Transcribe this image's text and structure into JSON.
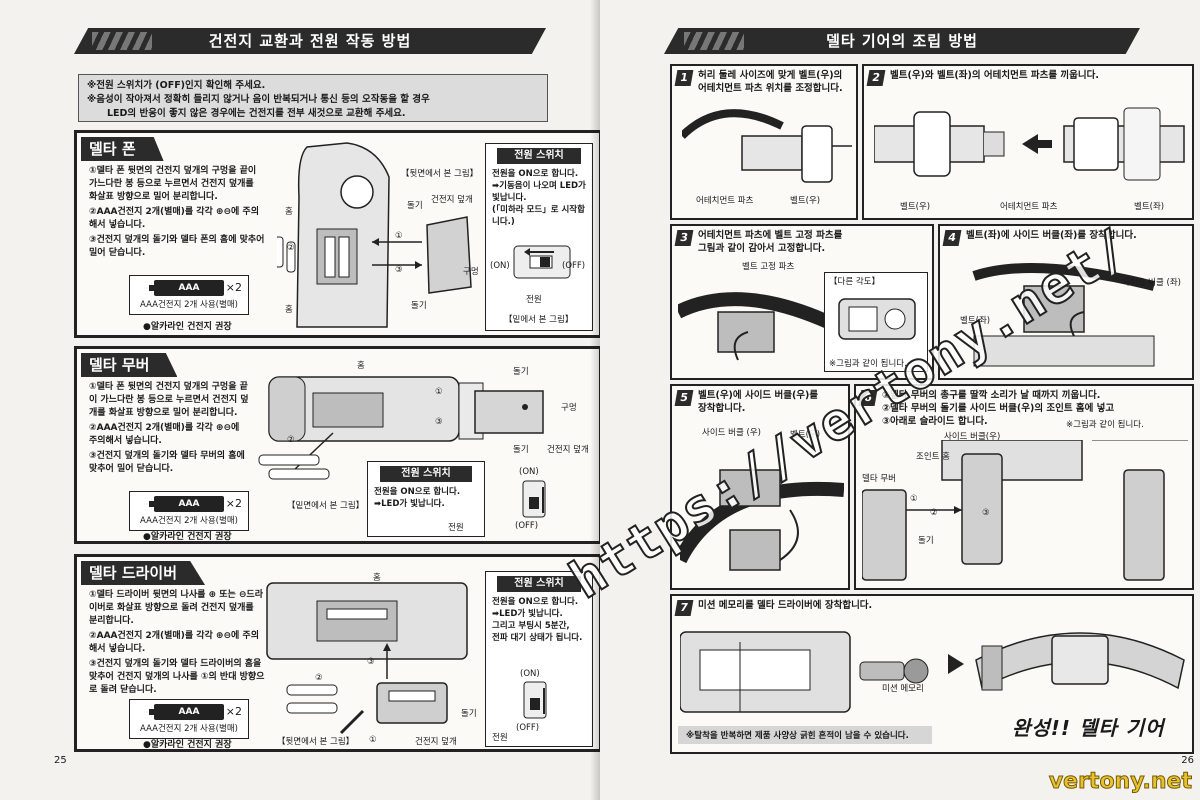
{
  "left": {
    "title": "건전지 교환과 전원 작동 방법",
    "notes": [
      "※전원 스위치가 (OFF)인지 확인해 주세요.",
      "※음성이 작아져서 정확히 들리지 않거나 음이 반복되거나 통신 등의 오작동을 할 경우",
      "LED의 반응이 좋지 않은 경우에는 건전지를 전부 새것으로 교환해 주세요."
    ],
    "sections": [
      {
        "title": "델타 폰",
        "steps": [
          "①델타 폰 뒷면의 건전지 덮개의 구멍을 끝이 가느다란 봉 등으로 누르면서 건전지 덮개를 화살표 방향으로 밀어 분리합니다.",
          "②AAA건전지 2개(별매)를 각각 ⊕⊖에 주의해서 넣습니다.",
          "③건전지 덮개의 돌기와 델타 폰의 홈에 맞추어 밀어 닫습니다."
        ],
        "battery": "AAA",
        "mult": "×2",
        "battery_caption": "AAA건전지 2개 사용(별매)",
        "recommend": "●알카라인 건전지 권장",
        "labels": [
          "홈",
          "홈",
          "①",
          "②",
          "③",
          "돌기",
          "건전지 덮개",
          "돌기",
          "구멍"
        ],
        "rear_caption": "【뒷면에서 본 그림】",
        "switch": {
          "title": "전원 스위치",
          "body": [
            "전원을 ON으로 합니다.",
            "➡기동음이 나오며 LED가 빛납니다.",
            "(「미하라 모드」로 시작합니다.)"
          ],
          "on": "(ON)",
          "off": "(OFF)",
          "power": "전원",
          "bottom_caption": "【밑에서 본 그림】"
        }
      },
      {
        "title": "델타 무버",
        "steps": [
          "①델타 폰 뒷면의 건전지 덮개의 구멍을 끝이 가느다란 봉 등으로 누르면서 건전지 덮개를 화살표 방향으로 밀어 분리합니다.",
          "②AAA건전지 2개(별매)를 각각 ⊕⊖에 주의해서 넣습니다.",
          "③건전지 덮개의 돌기와 델타 무버의 홈에 맞추어 밀어 닫습니다."
        ],
        "battery": "AAA",
        "mult": "×2",
        "battery_caption": "AAA건전지 2개 사용(별매)",
        "recommend": "●알카라인 건전지 권장",
        "labels": [
          "홈",
          "①",
          "②",
          "③",
          "돌기",
          "구멍",
          "돌기",
          "건전지 덮개"
        ],
        "rear_caption": "【밑면에서 본 그림】",
        "switch": {
          "title": "전원 스위치",
          "body": [
            "전원을 ON으로 합니다.",
            "➡LED가 빛납니다."
          ],
          "on": "(ON)",
          "off": "(OFF)",
          "power": "전원"
        }
      },
      {
        "title": "델타 드라이버",
        "steps": [
          "①델타 드라이버 뒷면의 나사를 ⊕ 또는 ⊖드라이버로 화살표 방향으로 돌려 건전지 덮개를 분리합니다.",
          "②AAA건전지 2개(별매)를 각각 ⊕⊖에 주의해서 넣습니다.",
          "③건전지 덮개의 돌기와 델타 드라이버의 홈을 맞추어 건전지 덮개의 나사를 ①의 반대 방향으로 돌려 닫습니다."
        ],
        "battery": "AAA",
        "mult": "×2",
        "battery_caption": "AAA건전지 2개 사용(별매)",
        "recommend": "●알카라인 건전지 권장",
        "labels": [
          "홈",
          "②",
          "③",
          "①",
          "돌기",
          "건전지 덮개"
        ],
        "rear_caption": "【뒷면에서 본 그림】",
        "switch": {
          "title": "전원 스위치",
          "body": [
            "전원을 ON으로 합니다.",
            "➡LED가 빛납니다.",
            "그리고 부팅시 5분간,",
            "전파 대기 상태가 됩니다."
          ],
          "on": "(ON)",
          "off": "(OFF)",
          "power": "전원"
        }
      }
    ],
    "page_number": "25"
  },
  "right": {
    "title": "델타 기어의 조립 방법",
    "steps": [
      {
        "num": "1",
        "text": [
          "허리 둘레 사이즈에 맞게 벨트(우)의",
          "어테치먼트 파츠 위치를 조정합니다."
        ],
        "labels": [
          "어테치먼트 파츠",
          "벨트(우)"
        ]
      },
      {
        "num": "2",
        "text": [
          "벨트(우)와 벨트(좌)의 어테치먼트 파츠를 끼웁니다."
        ],
        "labels": [
          "벨트(우)",
          "어테치먼트 파츠",
          "벨트(좌)"
        ]
      },
      {
        "num": "3",
        "text": [
          "어테치먼트 파츠에 벨트 고정 파츠를",
          "그림과 같이 감아서 고정합니다."
        ],
        "labels": [
          "벨트 고정 파츠",
          "【다른 각도】",
          "※그림과 같이 됩니다."
        ]
      },
      {
        "num": "4",
        "text": [
          "벨트(좌)에 사이드 버클(좌)를 장착합니다."
        ],
        "labels": [
          "사이드 버클 (좌)",
          "벨트(좌)"
        ]
      },
      {
        "num": "5",
        "text": [
          "벨트(우)에 사이드 버클(우)를",
          "장착합니다."
        ],
        "labels": [
          "사이드 버클 (우)",
          "벨트(우)"
        ]
      },
      {
        "num": "6",
        "text": [
          "①델타 무버의 총구를 딸깍 소리가 날 때까지 끼웁니다.",
          "②델타 무버의 돌기를 사이드 버클(우)의 조인트 홈에 넣고",
          "③아래로 슬라이드 합니다."
        ],
        "labels": [
          "사이드 버클(우)",
          "조인트 홈",
          "델타 무버",
          "돌기",
          "①",
          "②",
          "③",
          "※그림과 같이 됩니다."
        ]
      },
      {
        "num": "7",
        "text": [
          "미션 메모리를 델타 드라이버에 장착합니다."
        ],
        "labels": [
          "미션 메모리"
        ]
      }
    ],
    "final": "완성!! 델타 기어",
    "warning": "※탈착을 반복하면 제품 사양상 긁힌 흔적이 남을 수 있습니다.",
    "page_number": "26"
  },
  "watermark": "https://vertony.net/",
  "watermark_logo": "vertony.net"
}
